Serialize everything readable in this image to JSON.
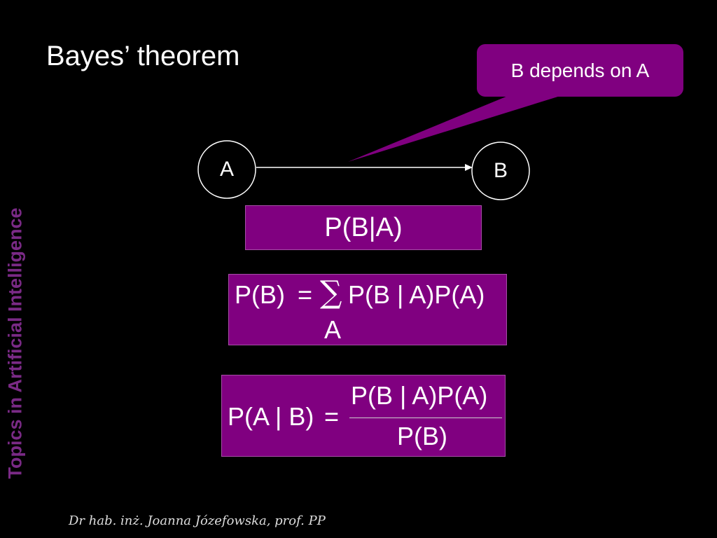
{
  "slide": {
    "title": "Bayes’ theorem",
    "sidebar_text": "Topics in Artificial Intelligence",
    "footer": "Dr hab. inż. Joanna Józefowska, prof. PP"
  },
  "callout": {
    "text": "B depends on A"
  },
  "diagram": {
    "node_a": "A",
    "node_b": "B"
  },
  "formulas": {
    "conditional": "P(B|A)",
    "total_prob": {
      "lhs": "P(B)",
      "equals": "=",
      "sigma": "∑",
      "sum_index": "A",
      "rhs": "P(B | A)P(A)"
    },
    "bayes": {
      "lhs": "P(A | B)",
      "equals": "=",
      "numerator": "P(B | A)P(A)",
      "denominator": "P(B)"
    }
  },
  "colors": {
    "background": "#000000",
    "accent": "#800080",
    "sidebar": "#7a2a86"
  }
}
